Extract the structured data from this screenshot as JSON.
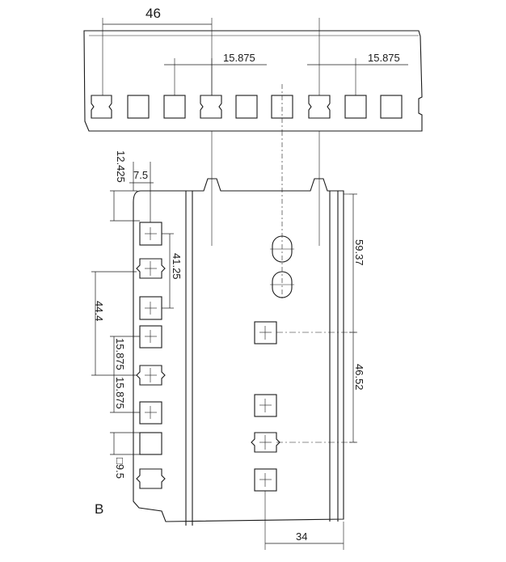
{
  "dimensions": {
    "top_pitch": "46",
    "hole_pitch_left": "15.875",
    "hole_pitch_right": "15.875",
    "edge_offset_vertical": "12.425",
    "edge_offset_horizontal": "7.5",
    "span_41": "41.25",
    "span_44": "44.4",
    "pitch_a": "15.875",
    "pitch_b": "15.875",
    "square_size": "□9.5",
    "right_59": "59.37",
    "right_46": "46.52",
    "bottom_34": "34"
  },
  "view_label": "B",
  "colors": {
    "line": "#1a1a1a",
    "thin": "#3a3a3a"
  }
}
